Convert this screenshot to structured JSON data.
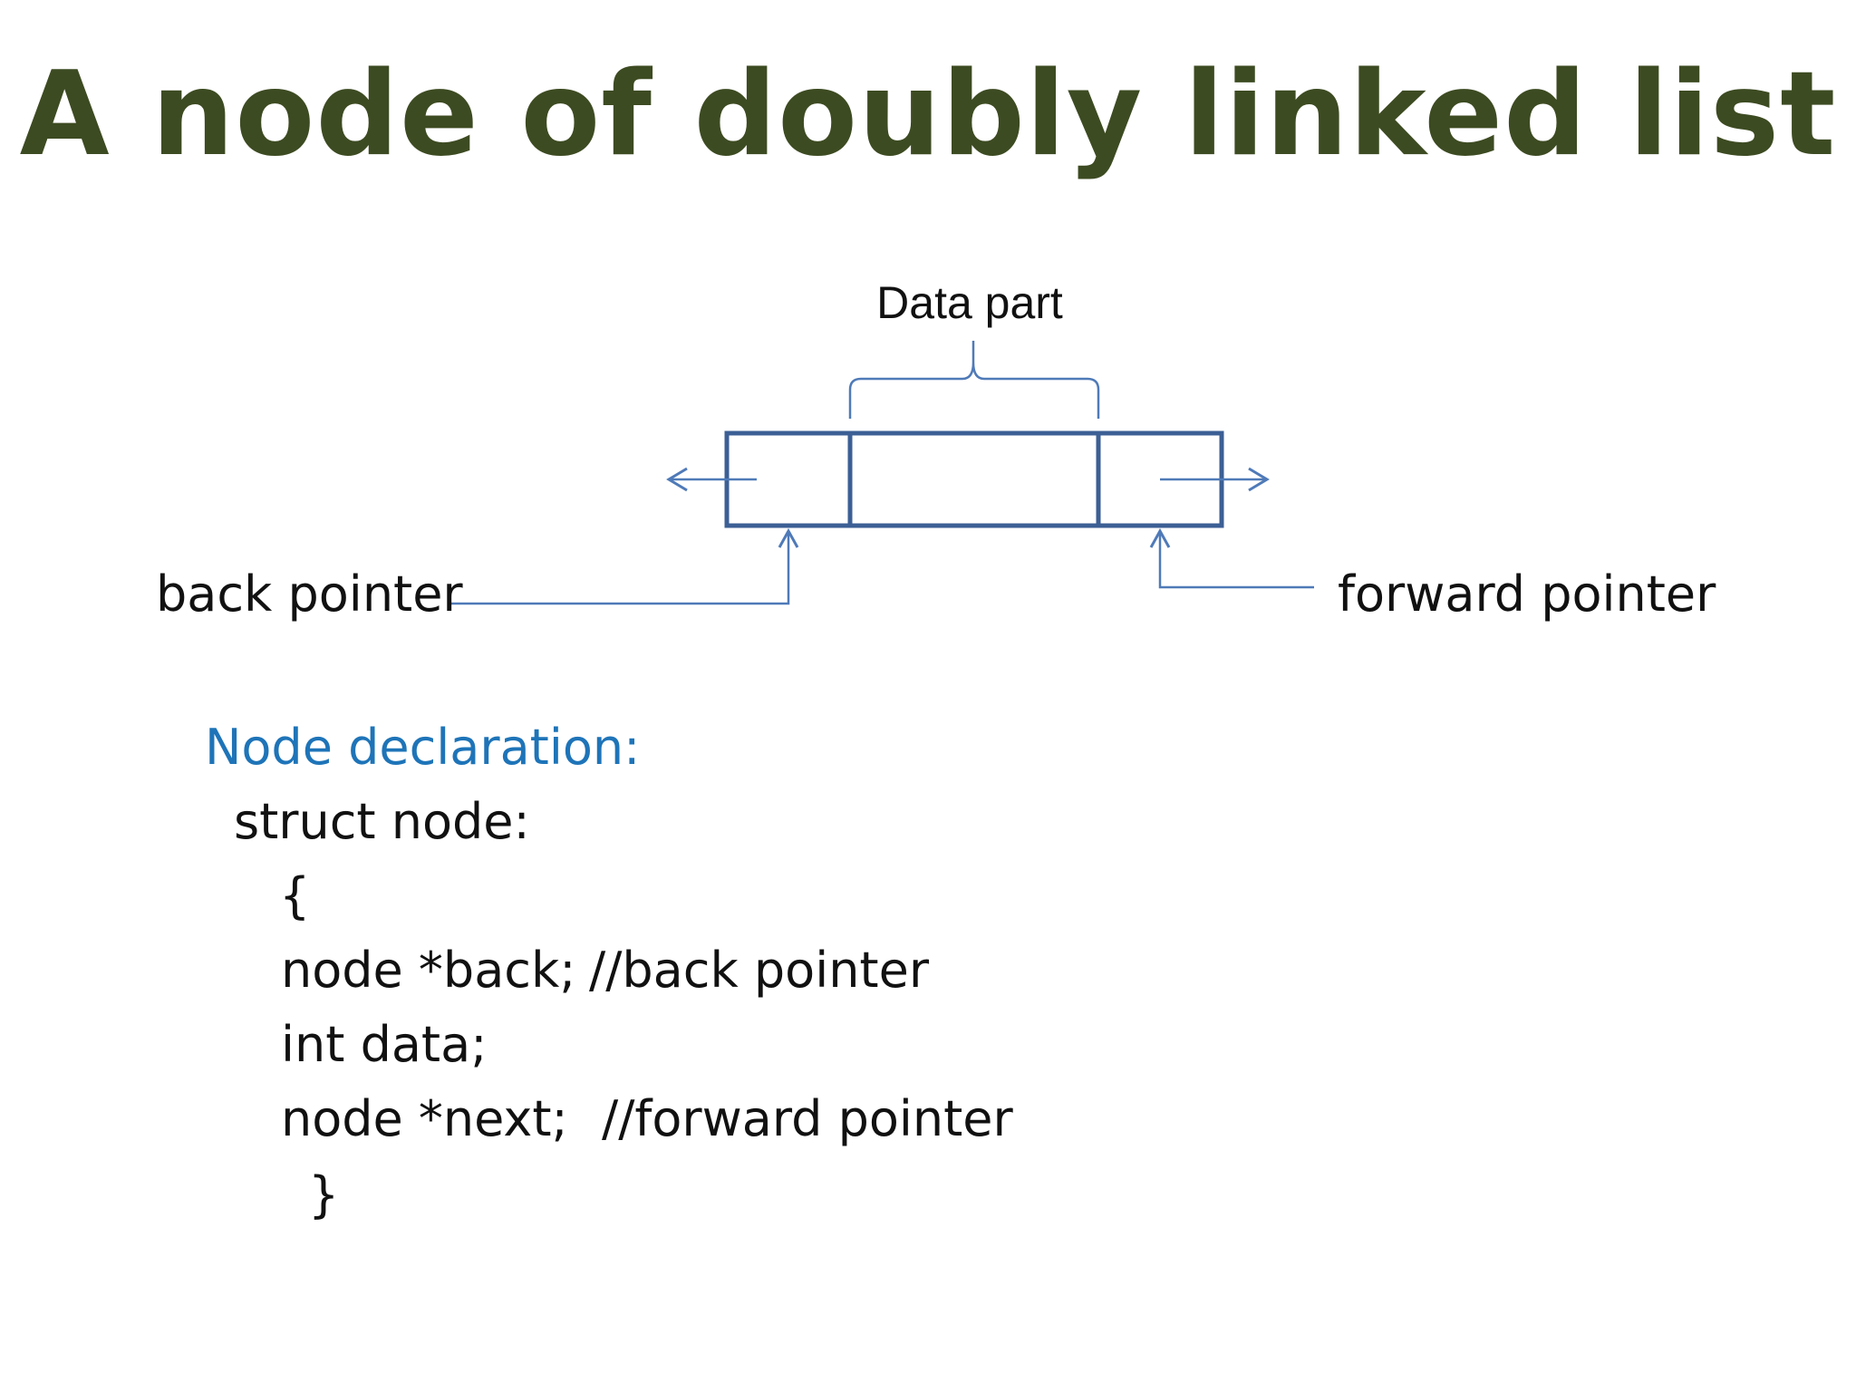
{
  "slide": {
    "title": "A node of doubly linked list"
  },
  "diagram": {
    "data_label": "Data part",
    "back_label": "back pointer",
    "forward_label": "forward pointer",
    "line_color": "#3c5f95",
    "arrow_color": "#4f7ab8"
  },
  "declaration": {
    "heading": "Node declaration:",
    "struct_line": "struct node:",
    "open_brace": "{",
    "back_line": "node *back;",
    "back_comment": "//back pointer",
    "data_line": "int data;",
    "next_line": "node *next;",
    "next_comment": "//forward pointer",
    "close_brace": "}"
  }
}
